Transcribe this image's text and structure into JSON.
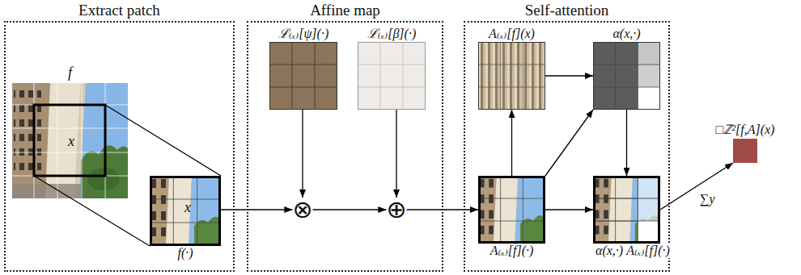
{
  "diagram": {
    "nodes": [
      {
        "text": [
          "Extract patch"
        ]
      },
      {
        "text": [
          "f",
          "x"
        ],
        "in": 0
      },
      {
        "text": [
          "x",
          "f(·)"
        ],
        "in": 0
      },
      {
        "text": [
          "Affine map"
        ]
      },
      {
        "text": [
          "ℒ₍ₓ₎[ψ](·)"
        ],
        "in": 3
      },
      {
        "text": [
          "ℒ₍ₓ₎[β](·)"
        ],
        "in": 3
      },
      {
        "text": [
          "⊗"
        ],
        "in": 3
      },
      {
        "text": [
          "⊕"
        ],
        "in": 3
      },
      {
        "text": [
          "Self-attention"
        ]
      },
      {
        "text": [
          "A₍ₓ₎[f](x)"
        ],
        "in": 8
      },
      {
        "text": [
          "α(x,·)"
        ],
        "in": 8
      },
      {
        "text": [
          "A₍ₓ₎[f](·)"
        ],
        "in": 8
      },
      {
        "text": [
          "α(x,·) A₍ₓ₎[f](·)"
        ],
        "in": 8
      },
      {
        "text": [
          "□ℤ²[f,A](x)"
        ]
      }
    ],
    "edges": [
      {
        "from": 1,
        "to": 2,
        "arrow": "none"
      },
      {
        "from": 2,
        "to": 6,
        "arrow": "to"
      },
      {
        "from": 4,
        "to": 6,
        "arrow": "to"
      },
      {
        "from": 6,
        "to": 7,
        "arrow": "to"
      },
      {
        "from": 5,
        "to": 7,
        "arrow": "to"
      },
      {
        "from": 7,
        "to": 11,
        "arrow": "to"
      },
      {
        "from": 11,
        "to": 9,
        "arrow": "to"
      },
      {
        "from": 9,
        "to": 10,
        "arrow": "to"
      },
      {
        "from": 11,
        "to": 10,
        "arrow": "to"
      },
      {
        "from": 10,
        "to": 12,
        "arrow": "to"
      },
      {
        "from": 11,
        "to": 12,
        "arrow": "to"
      },
      {
        "from": 12,
        "to": 13,
        "label": "∑y",
        "arrow": "to"
      }
    ]
  }
}
